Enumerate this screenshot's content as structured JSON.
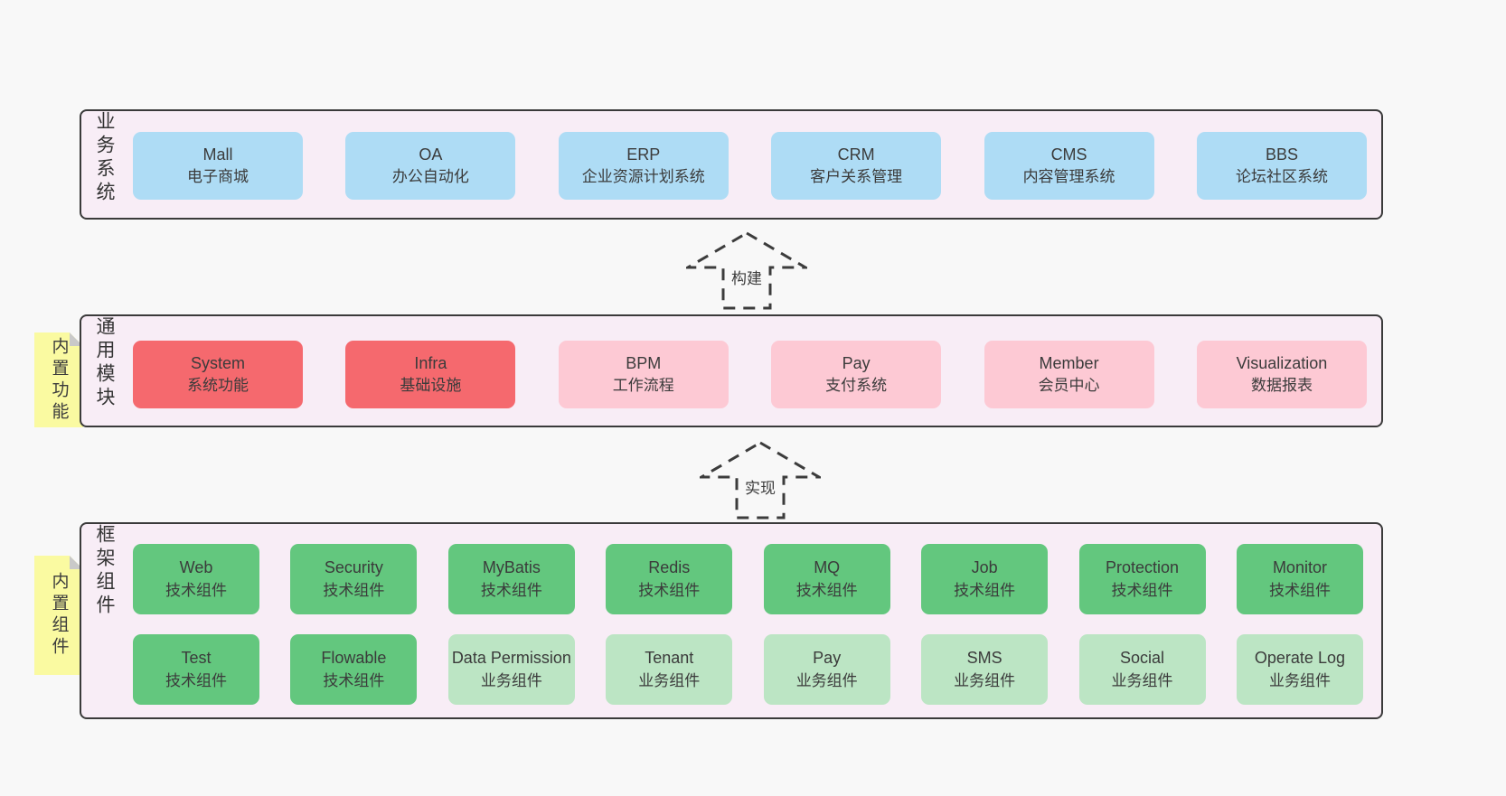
{
  "colors": {
    "page_background": "#f8f8f8",
    "panel_background": "#f8edf6",
    "panel_border": "#3a3a3a",
    "box_blue": "#aedcf5",
    "box_red": "#f5696e",
    "box_pink": "#fdc9d4",
    "box_green": "#63c77e",
    "box_light_green": "#bce5c4",
    "sticky_note_yellow": "#fafaa1",
    "text": "#3b3b3b"
  },
  "arrows": {
    "build": "构建",
    "implement": "实现"
  },
  "sections": {
    "business": {
      "label": "业务系统",
      "boxes": [
        {
          "title": "Mall",
          "subtitle": "电子商城"
        },
        {
          "title": "OA",
          "subtitle": "办公自动化"
        },
        {
          "title": "ERP",
          "subtitle": "企业资源计划系统"
        },
        {
          "title": "CRM",
          "subtitle": "客户关系管理"
        },
        {
          "title": "CMS",
          "subtitle": "内容管理系统"
        },
        {
          "title": "BBS",
          "subtitle": "论坛社区系统"
        }
      ]
    },
    "modules": {
      "label": "通用模块",
      "note": "内置功能",
      "boxes": [
        {
          "title": "System",
          "subtitle": "系统功能",
          "variant": "red"
        },
        {
          "title": "Infra",
          "subtitle": "基础设施",
          "variant": "red"
        },
        {
          "title": "BPM",
          "subtitle": "工作流程",
          "variant": "pink"
        },
        {
          "title": "Pay",
          "subtitle": "支付系统",
          "variant": "pink"
        },
        {
          "title": "Member",
          "subtitle": "会员中心",
          "variant": "pink"
        },
        {
          "title": "Visualization",
          "subtitle": "数据报表",
          "variant": "pink"
        }
      ]
    },
    "components": {
      "label": "框架组件",
      "note": "内置组件",
      "rows": [
        [
          {
            "title": "Web",
            "subtitle": "技术组件",
            "variant": "green"
          },
          {
            "title": "Security",
            "subtitle": "技术组件",
            "variant": "green"
          },
          {
            "title": "MyBatis",
            "subtitle": "技术组件",
            "variant": "green"
          },
          {
            "title": "Redis",
            "subtitle": "技术组件",
            "variant": "green"
          },
          {
            "title": "MQ",
            "subtitle": "技术组件",
            "variant": "green"
          },
          {
            "title": "Job",
            "subtitle": "技术组件",
            "variant": "green"
          },
          {
            "title": "Protection",
            "subtitle": "技术组件",
            "variant": "green"
          },
          {
            "title": "Monitor",
            "subtitle": "技术组件",
            "variant": "green"
          }
        ],
        [
          {
            "title": "Test",
            "subtitle": "技术组件",
            "variant": "green"
          },
          {
            "title": "Flowable",
            "subtitle": "技术组件",
            "variant": "green"
          },
          {
            "title": "Data Permission",
            "subtitle": "业务组件",
            "variant": "lgreen"
          },
          {
            "title": "Tenant",
            "subtitle": "业务组件",
            "variant": "lgreen"
          },
          {
            "title": "Pay",
            "subtitle": "业务组件",
            "variant": "lgreen"
          },
          {
            "title": "SMS",
            "subtitle": "业务组件",
            "variant": "lgreen"
          },
          {
            "title": "Social",
            "subtitle": "业务组件",
            "variant": "lgreen"
          },
          {
            "title": "Operate Log",
            "subtitle": "业务组件",
            "variant": "lgreen"
          }
        ]
      ]
    }
  }
}
